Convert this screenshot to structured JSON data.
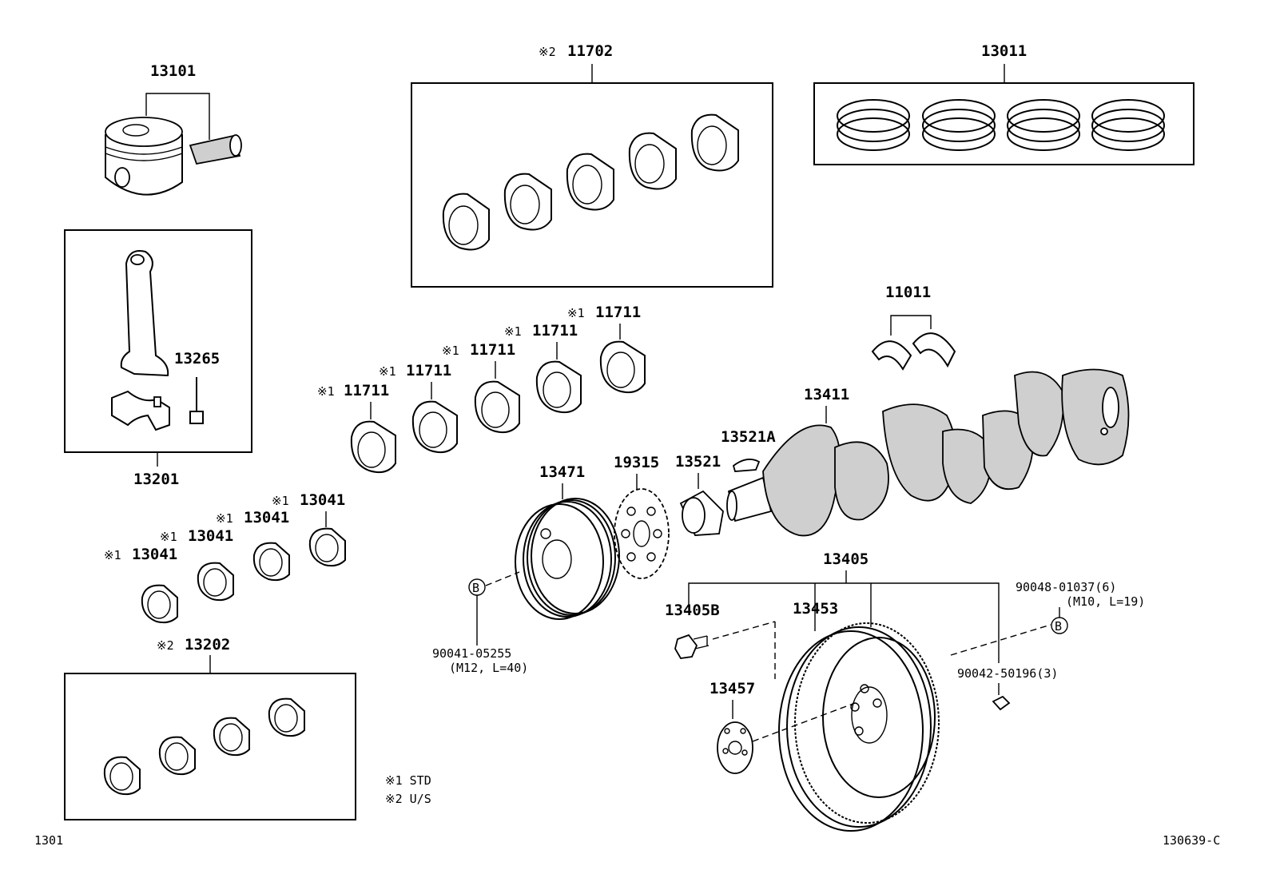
{
  "parts": {
    "p13101": "13101",
    "p11702": "11702",
    "p13011": "13011",
    "p11011": "11011",
    "p13265": "13265",
    "p13201": "13201",
    "p11711": "11711",
    "p13411": "13411",
    "p13521a": "13521A",
    "p13471": "13471",
    "p19315": "19315",
    "p13521": "13521",
    "p13041": "13041",
    "p13405": "13405",
    "p13405b": "13405B",
    "p13453": "13453",
    "p13457": "13457",
    "p13202": "13202",
    "bolt_b1": "90041-05255",
    "bolt_b1_spec": "(M12, L=40)",
    "bolt_b2": "90048-01037(6)",
    "bolt_b2_spec": "(M10, L=19)",
    "pin": "90042-50196(3)"
  },
  "markers": {
    "note1": "※1",
    "note2": "※2",
    "ref_b": "B"
  },
  "legend": {
    "line1": "※1  STD",
    "line2": "※2  U/S"
  },
  "footer": {
    "left": "1301",
    "right": "130639-C"
  }
}
